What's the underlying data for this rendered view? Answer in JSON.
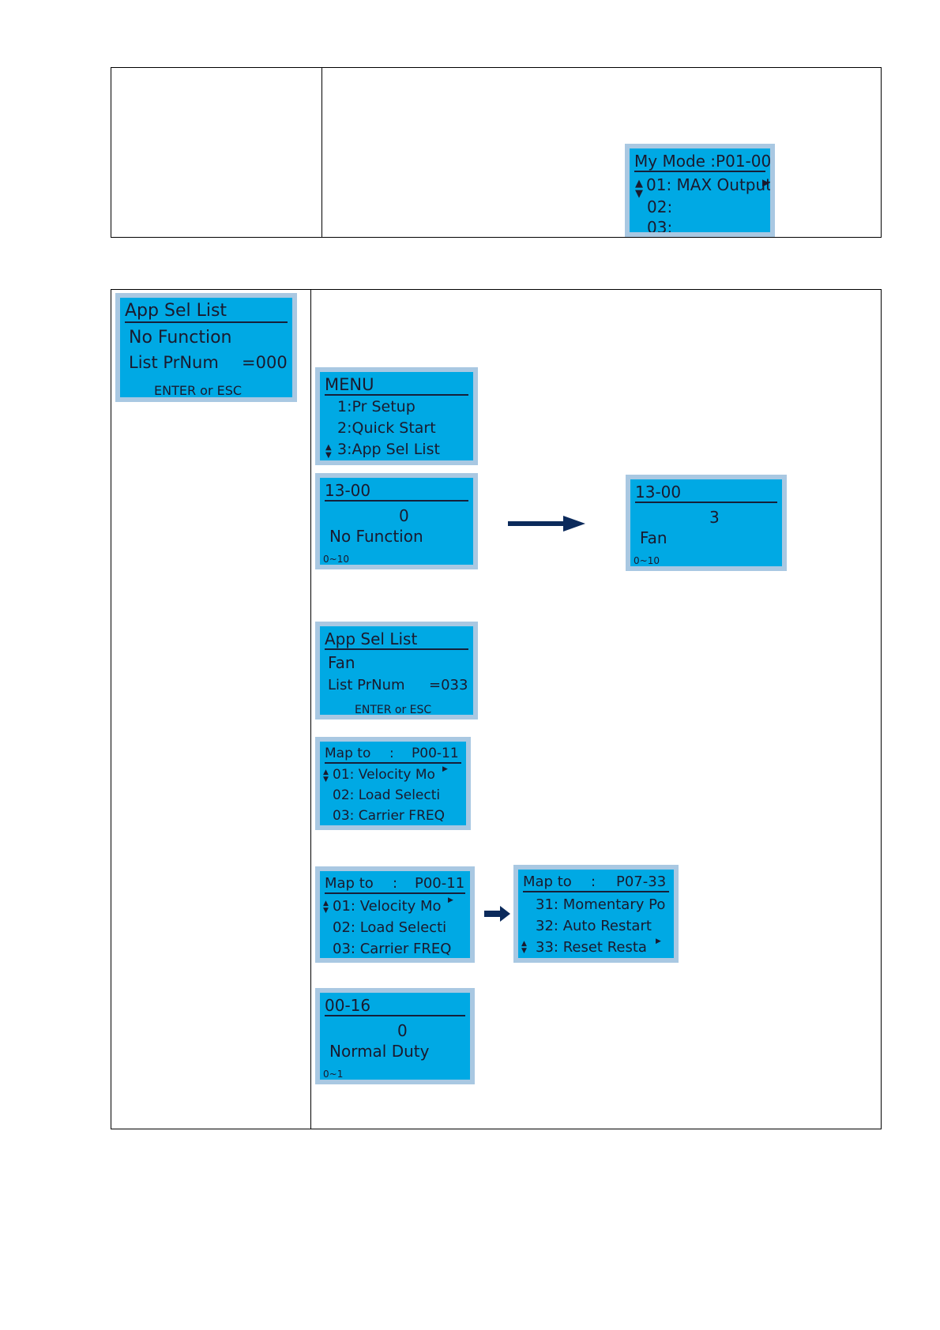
{
  "screen_mymode": {
    "title": "My Mode :P01-00",
    "line1": "01: MAX Output",
    "line2": "02:",
    "line3": "03:"
  },
  "screen_appsel_left": {
    "title": "App Sel List",
    "line1": "No Function",
    "line2_label": "List PrNum",
    "line2_value": "=000",
    "footer": "ENTER or ESC"
  },
  "screen_menu": {
    "title": "MENU",
    "item1": "1:Pr Setup",
    "item2": "2:Quick Start",
    "item3": "3:App Sel List"
  },
  "screen_1300_a": {
    "title": "13-00",
    "value": "0",
    "label": "No Function",
    "range": "0~10"
  },
  "screen_1300_b": {
    "title": "13-00",
    "value": "3",
    "label": "Fan",
    "range": "0~10"
  },
  "screen_appsel_fan": {
    "title": "App Sel List",
    "line1": "Fan",
    "line2_label": "List PrNum",
    "line2_value": "=033",
    "footer": "ENTER or ESC"
  },
  "screen_mapto_a": {
    "title_label": "Map to",
    "title_sep": ":",
    "title_value": "P00-11",
    "line1": "01: Velocity Mo",
    "line2": "02: Load Selecti",
    "line3": "03: Carrier FREQ"
  },
  "screen_mapto_b": {
    "title_label": "Map to",
    "title_sep": ":",
    "title_value": "P00-11",
    "line1": "01: Velocity Mo",
    "line2": "02: Load Selecti",
    "line3": "03: Carrier FREQ"
  },
  "screen_mapto_c": {
    "title_label": "Map to",
    "title_sep": ":",
    "title_value": "P07-33",
    "line1": "31: Momentary Po",
    "line2": "32: Auto Restart",
    "line3": "33: Reset Resta"
  },
  "screen_0016": {
    "title": "00-16",
    "value": "0",
    "label": "Normal Duty",
    "range": "0~1"
  },
  "colors": {
    "lcd_background": "#00a9e4",
    "lcd_frame": "#a9c8e2",
    "lcd_text": "#1a1a2e",
    "arrow": "#0b2a5b"
  },
  "icons": {
    "selector": "up-down-triangle-icon",
    "more": "right-triangle-icon",
    "flow": "right-arrow-icon"
  }
}
